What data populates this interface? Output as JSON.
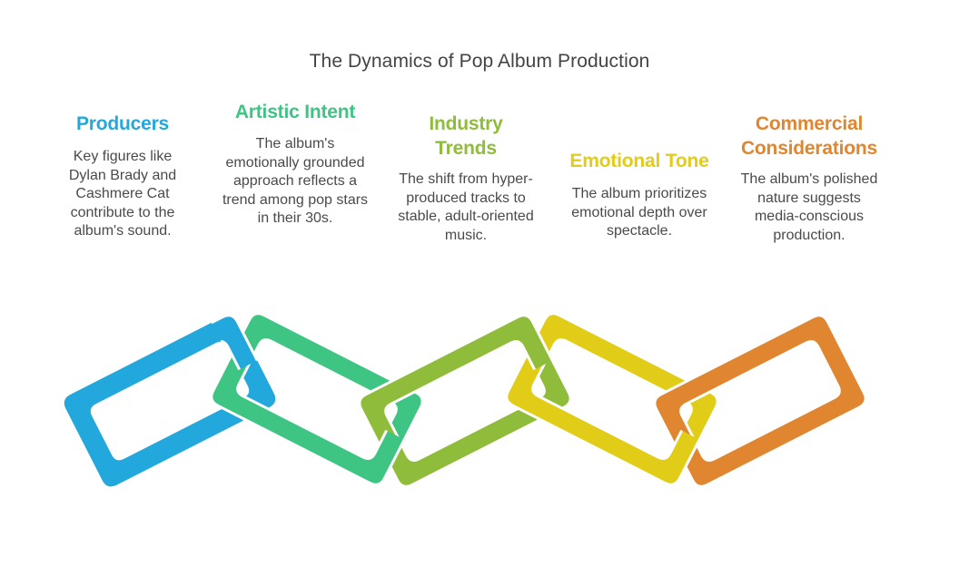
{
  "title": "The Dynamics of Pop Album Production",
  "colors": {
    "producers": "#22a8dc",
    "artistic_intent": "#3ec483",
    "industry_trends": "#8fbc3a",
    "emotional_tone": "#e1cd17",
    "commercial_considerations": "#e08630",
    "title_text": "#444444",
    "body_text": "#4a4a4a"
  },
  "items": [
    {
      "heading": "Producers",
      "description": "Key figures like Dylan Brady and Cashmere Cat contribute to the album's sound.",
      "color": "#22a8dc",
      "link_icon": "chain-link-icon"
    },
    {
      "heading": "Artistic Intent",
      "description": "The album's emotionally grounded approach reflects a trend among pop stars in their 30s.",
      "color": "#3ec483",
      "link_icon": "chain-link-icon"
    },
    {
      "heading": "Industry Trends",
      "description": "The shift from hyper-produced tracks to stable, adult-oriented music.",
      "color": "#8fbc3a",
      "link_icon": "chain-link-icon"
    },
    {
      "heading": "Emotional Tone",
      "description": "The album prioritizes emotional depth over spectacle.",
      "color": "#e1cd17",
      "link_icon": "chain-link-icon"
    },
    {
      "heading": "Commercial Considerations",
      "description": "The album's polished nature suggests media-conscious production.",
      "color": "#e08630",
      "link_icon": "chain-link-icon"
    }
  ]
}
